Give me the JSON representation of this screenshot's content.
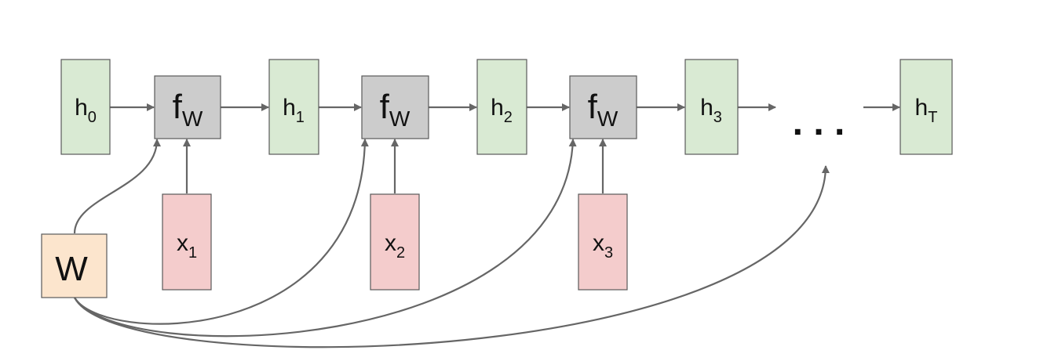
{
  "colors": {
    "hidden_fill": "#d9ead3",
    "input_fill": "#f4cccc",
    "function_fill": "#cccccc",
    "weight_fill": "#fce5cd",
    "box_stroke": "#595959",
    "arrow": "#666666"
  },
  "nodes": {
    "h0": {
      "base": "h",
      "sub": "0"
    },
    "h1": {
      "base": "h",
      "sub": "1"
    },
    "h2": {
      "base": "h",
      "sub": "2"
    },
    "h3": {
      "base": "h",
      "sub": "3"
    },
    "hT": {
      "base": "h",
      "sub": "T"
    },
    "f1": {
      "base": "f",
      "sub": "W"
    },
    "f2": {
      "base": "f",
      "sub": "W"
    },
    "f3": {
      "base": "f",
      "sub": "W"
    },
    "x1": {
      "base": "x",
      "sub": "1"
    },
    "x2": {
      "base": "x",
      "sub": "2"
    },
    "x3": {
      "base": "x",
      "sub": "3"
    },
    "W": {
      "label": "W"
    }
  },
  "ellipsis": ". . ."
}
